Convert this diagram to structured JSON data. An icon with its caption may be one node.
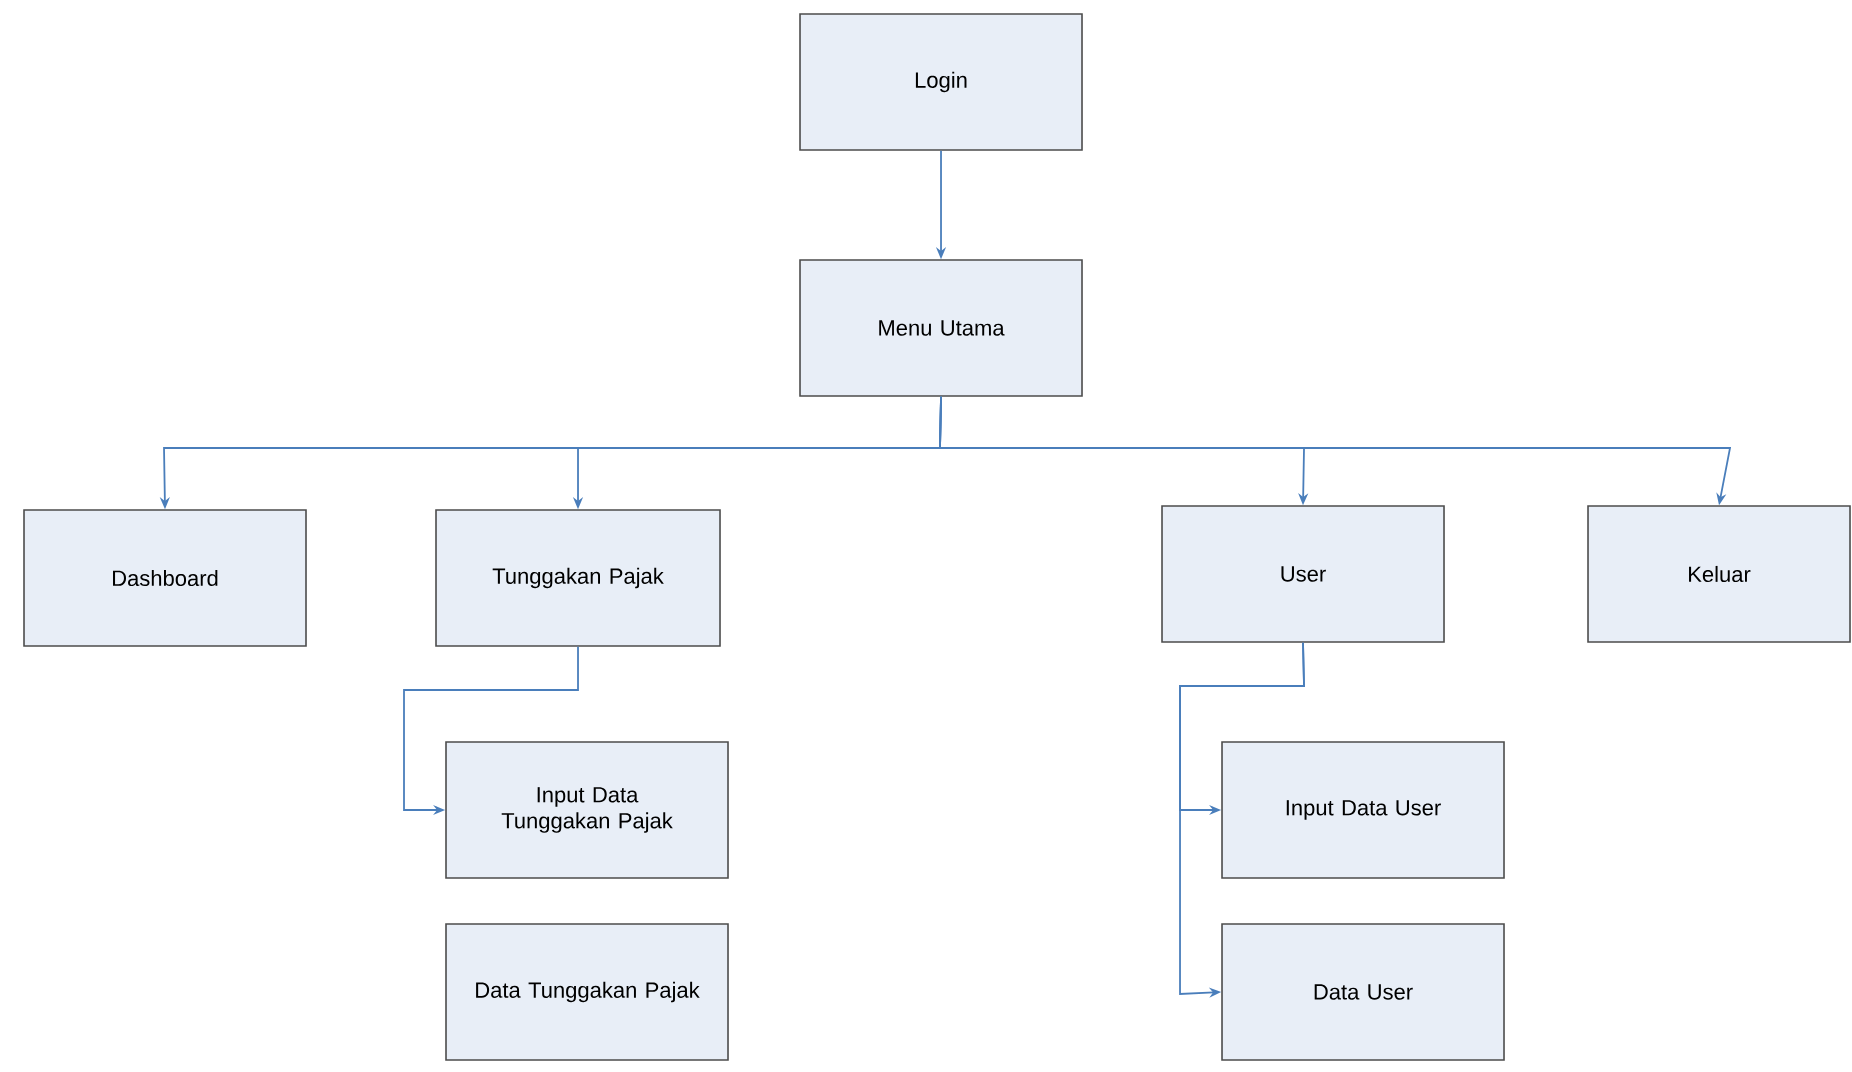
{
  "diagram": {
    "nodes": [
      {
        "text": [
          "Login"
        ]
      },
      {
        "text": [
          "Menu Utama"
        ]
      },
      {
        "text": [
          "Dashboard"
        ]
      },
      {
        "text": [
          "Tunggakan Pajak"
        ]
      },
      {
        "text": [
          "User"
        ]
      },
      {
        "text": [
          "Keluar"
        ]
      },
      {
        "text": [
          "Input Data Tunggakan Pajak"
        ]
      },
      {
        "text": [
          "Data Tunggakan Pajak"
        ]
      },
      {
        "text": [
          "Input Data User"
        ]
      },
      {
        "text": [
          "Data User"
        ]
      }
    ],
    "edges": [
      {
        "from": 0,
        "to": 1,
        "arrow": "to"
      },
      {
        "from": 1,
        "to": 2,
        "arrow": "to"
      },
      {
        "from": 1,
        "to": 3,
        "arrow": "to"
      },
      {
        "from": 1,
        "to": 4,
        "arrow": "to"
      },
      {
        "from": 1,
        "to": 5,
        "arrow": "to"
      },
      {
        "from": 3,
        "to": 6,
        "arrow": "to"
      },
      {
        "from": 4,
        "to": 8,
        "arrow": "to"
      },
      {
        "from": 4,
        "to": 9,
        "arrow": "to"
      }
    ]
  }
}
